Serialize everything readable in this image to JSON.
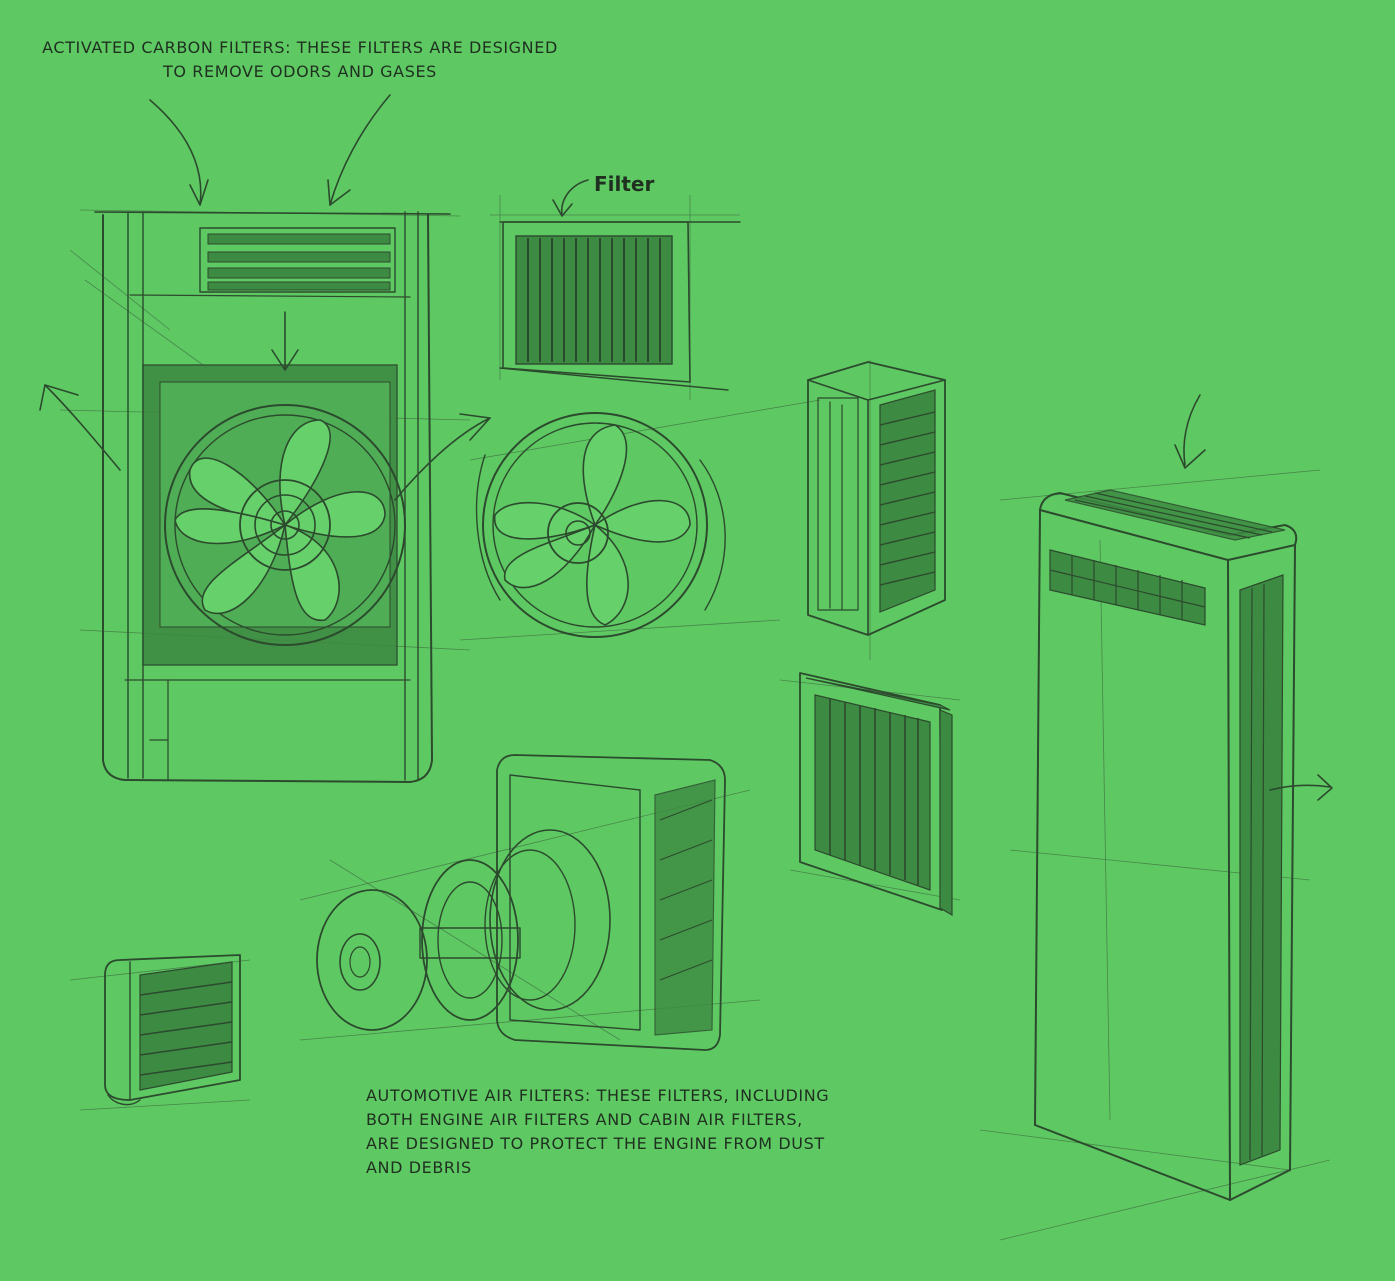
{
  "annotations": {
    "activated_carbon": "ACTIVATED CARBON FILTERS: THESE FILTERS ARE DESIGNED TO REMOVE ODORS AND GASES",
    "automotive": "AUTOMOTIVE AIR FILTERS: THESE FILTERS, INCLUDING BOTH ENGINE AIR FILTERS AND CABIN AIR FILTERS, ARE DESIGNED TO PROTECT THE ENGINE FROM DUST AND DEBRIS",
    "filter_label": "Filter"
  },
  "colors": {
    "background": "#5ec963",
    "stroke": "#2c4a2d",
    "shade": "#3d8a42"
  }
}
